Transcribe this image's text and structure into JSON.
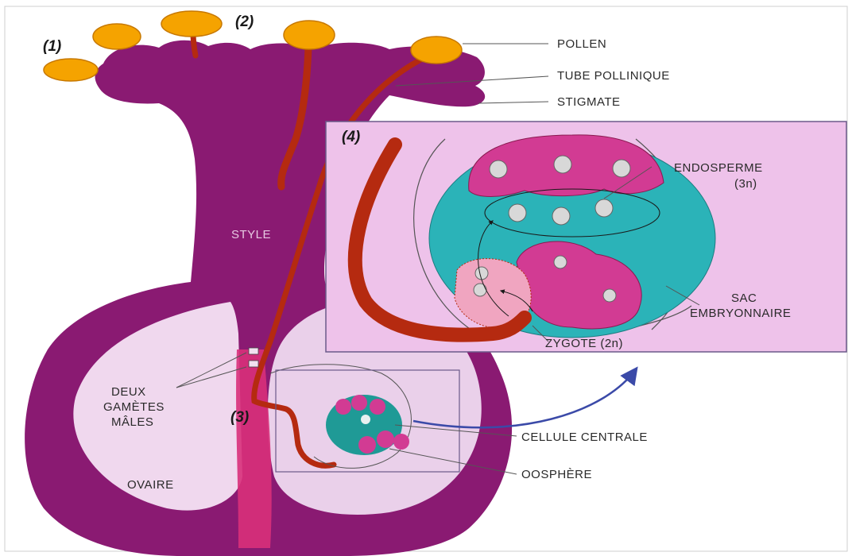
{
  "colors": {
    "pistil": "#8a1a72",
    "pistil_light": "#f0d8ee",
    "tube": "#b52a10",
    "pollen": "#f5a300",
    "inset_bg": "#eec2ea",
    "endosperm": "#2bb3b8",
    "cells": "#d23b93",
    "arrow": "#3b4aa8"
  },
  "numbers": {
    "n1": "(1)",
    "n2": "(2)",
    "n3": "(3)",
    "n4": "(4)"
  },
  "labels": {
    "pollen": "POLLEN",
    "tube_pollinique": "TUBE POLLINIQUE",
    "stigmate": "STIGMATE",
    "style": "STYLE",
    "endosperme": "ENDOSPERME",
    "endosperme_ploidy": "(3n)",
    "sac_line1": "SAC",
    "sac_line2": "EMBRYONNAIRE",
    "zygote": "ZYGOTE (2n)",
    "deux": "DEUX",
    "gametes": "GAMÈTES",
    "males": "MÂLES",
    "ovaire": "OVAIRE",
    "cellule_centrale": "CELLULE CENTRALE",
    "oosphere": "OOSPHÈRE"
  }
}
